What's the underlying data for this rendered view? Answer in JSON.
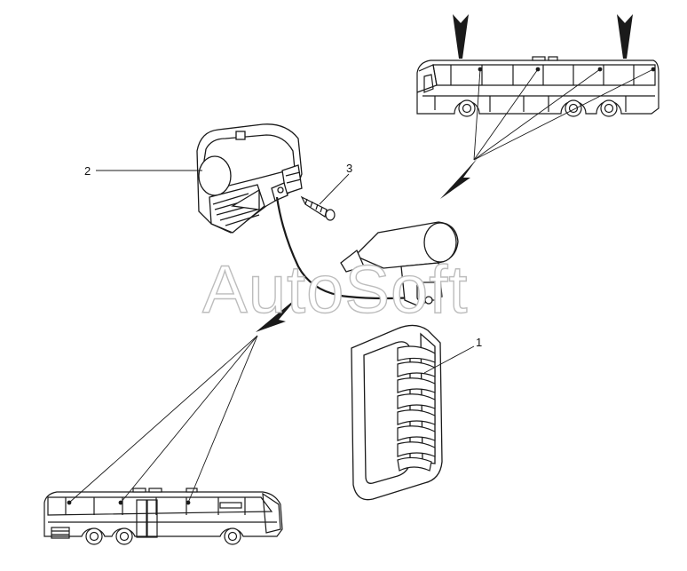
{
  "diagram": {
    "callouts": {
      "hammer": "1",
      "holder": "2",
      "screw": "3"
    },
    "watermark": "AutoSoft",
    "colors": {
      "line": "#1a1a1a",
      "fill": "#ffffff",
      "watermark_outline": "#bdbdbd"
    },
    "icons": {
      "emergency_hammer": "emergency-hammer-icon",
      "holder": "hammer-holder-icon",
      "screw": "screw-icon",
      "bus_top": "bus-side-view-icon",
      "bus_bottom": "bus-side-view-icon"
    }
  }
}
